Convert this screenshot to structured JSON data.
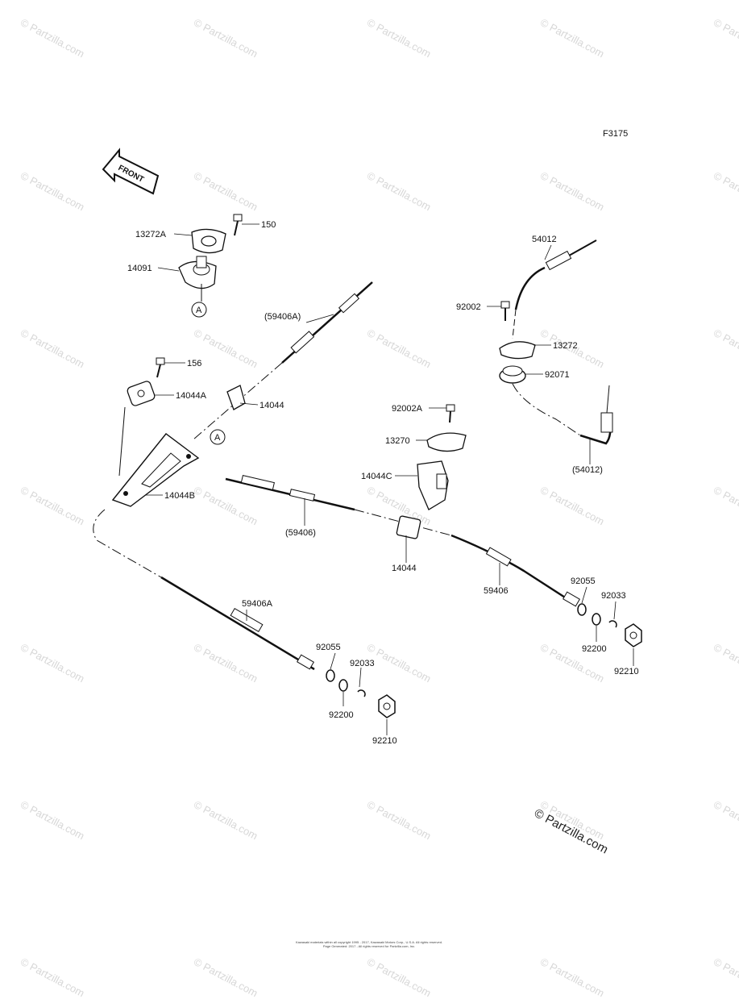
{
  "diagram_code": "F3175",
  "front_label": "FRONT",
  "watermark_text": "© Partzilla.com",
  "corner_watermark": "© Partzilla.com",
  "footer": {
    "line1": "Kawasaki materials within all copyright 1995 - 2017, Kawasaki Motors Corp., U.S.A. All rights reserved.",
    "line2": "Page Generated: 2017 - All rights reserved for Partzilla.com, Inc."
  },
  "callouts": {
    "a_marker": "A",
    "p13272A": "13272A",
    "p150": "150",
    "p14091": "14091",
    "p59406A_paren": "(59406A)",
    "p156": "156",
    "p14044A": "14044A",
    "p14044_upper": "14044",
    "p14044B": "14044B",
    "p59406_paren": "(59406)",
    "p14044_mid": "14044",
    "p59406A": "59406A",
    "p92055_left": "92055",
    "p92033_left": "92033",
    "p92200_left": "92200",
    "p92210_left": "92210",
    "p54012": "54012",
    "p92002": "92002",
    "p13272": "13272",
    "p92071": "92071",
    "p54012_paren": "(54012)",
    "p92002A": "92002A",
    "p13270": "13270",
    "p14044C": "14044C",
    "p59406": "59406",
    "p92055_right": "92055",
    "p92033_right": "92033",
    "p92200_right": "92200",
    "p92210_right": "92210"
  }
}
